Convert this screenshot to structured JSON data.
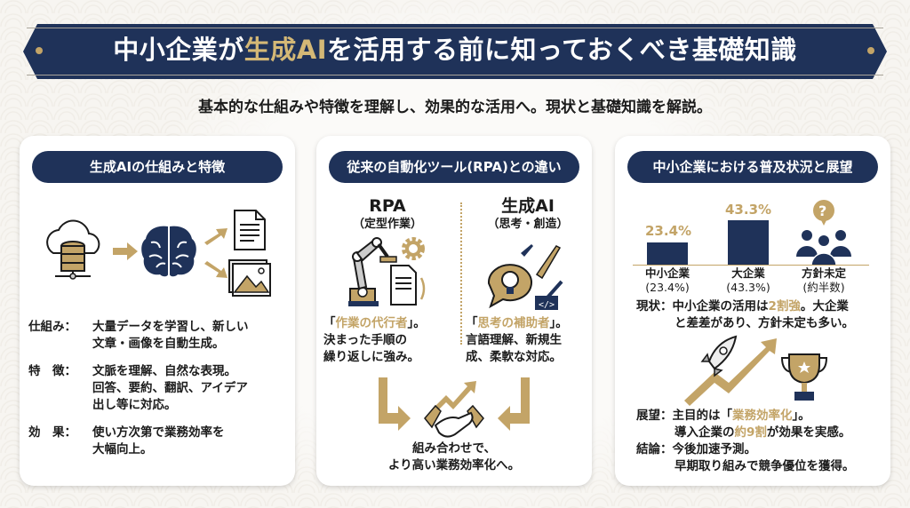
{
  "banner": {
    "title_pre": "中小企業が",
    "title_highlight": "生成AI",
    "title_post": "を活用する前に知っておくべき基礎知識"
  },
  "subtitle": "基本的な仕組みや特徴を理解し、効果的な活用へ。現状と基礎知識を解説。",
  "colors": {
    "navy": "#1f3259",
    "gold": "#c3a467",
    "background": "#f7f5f1"
  },
  "cards": [
    {
      "header": "生成AIの仕組みと特徴",
      "icons": [
        "cloud-database-icon",
        "arrow-right-icon",
        "brain-icon",
        "document-icon",
        "image-icon"
      ],
      "items": [
        {
          "label": "仕組み：",
          "lines": [
            "大量データを学習し、新しい",
            "文章・画像を自動生成。"
          ]
        },
        {
          "label": "特　徴：",
          "lines": [
            "文脈を理解、自然な表現。",
            "回答、要約、翻訳、アイデア",
            "出し等に対応。"
          ]
        },
        {
          "label": "効　果：",
          "lines": [
            "使い方次第で業務効率を",
            "大幅向上。"
          ]
        }
      ]
    },
    {
      "header": "従来の自動化ツール(RPA)との違い",
      "left": {
        "title": "RPA",
        "subtitle": "（定型作業）",
        "quote_open": "「",
        "quote": "作業の代行者",
        "quote_close": "」。",
        "lines": [
          "決まった手順の",
          "繰り返しに強み。"
        ]
      },
      "right": {
        "title": "生成AI",
        "subtitle": "（思考・創造）",
        "quote_open": "「",
        "quote": "思考の補助者",
        "quote_close": "」。",
        "lines": [
          "言語理解、新規生",
          "成、柔軟な対応。"
        ]
      },
      "conclusion": [
        "組み合わせで、",
        "より高い業務効率化へ。"
      ]
    },
    {
      "header": "中小企業における普及状況と展望",
      "chart": {
        "bars": [
          {
            "label": "中小企業",
            "sub": "(23.4%)",
            "value_label": "23.4%",
            "value": 23.4
          },
          {
            "label": "大企業",
            "sub": "(43.3%)",
            "value_label": "43.3%",
            "value": 43.3
          },
          {
            "label": "方針未定",
            "sub": "(約半数)",
            "icon": "question-people-icon"
          }
        ]
      },
      "status": {
        "label": "現状：",
        "line1_pre": "中小企業の活用は",
        "line1_hl": "2割強",
        "line1_post": "。大企業",
        "line2": "と差差があり、方針未定も多い。"
      },
      "outlook": {
        "label": "展望：",
        "line1_pre": "主目的は「",
        "line1_hl": "業務効率化",
        "line1_post": "」。",
        "line2_pre": "導入企業の",
        "line2_hl": "約9割",
        "line2_post": "が効果を実感。"
      },
      "conclusion": {
        "label": "結論：",
        "lines": [
          "今後加速予測。",
          "早期取り組みで競争優位を獲得。"
        ]
      }
    }
  ],
  "chart_data": {
    "type": "bar",
    "categories": [
      "中小企業",
      "大企業"
    ],
    "values": [
      23.4,
      43.3
    ],
    "title": "中小企業における普及状況と展望",
    "xlabel": "",
    "ylabel": "",
    "annotations": [
      "方針未定 (約半数)"
    ]
  }
}
